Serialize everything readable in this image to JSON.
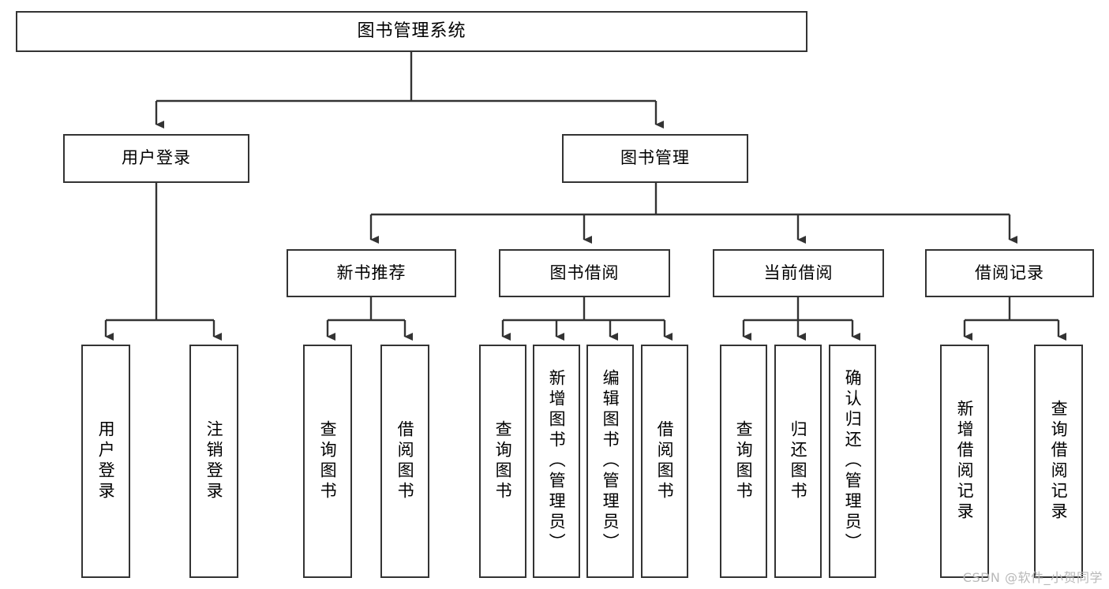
{
  "diagram": {
    "title": "图书管理系统",
    "type": "tree",
    "watermark": "CSDN @软件_小贺同学",
    "colors": {
      "box_border": "#333333",
      "box_fill": "#ffffff",
      "connector": "#333333",
      "text": "#000000",
      "watermark": "#b9b9b9"
    },
    "levels": {
      "root": {
        "label": "图书管理系统"
      },
      "level2": [
        {
          "label": "用户登录"
        },
        {
          "label": "图书管理"
        }
      ],
      "level3": [
        {
          "label": "新书推荐"
        },
        {
          "label": "图书借阅"
        },
        {
          "label": "当前借阅"
        },
        {
          "label": "借阅记录"
        }
      ],
      "leaves": {
        "user_login": [
          {
            "label": "用户登录"
          },
          {
            "label": "注销登录"
          }
        ],
        "new_book_recommend": [
          {
            "label": "查询图书"
          },
          {
            "label": "借阅图书"
          }
        ],
        "book_borrow": [
          {
            "label": "查询图书"
          },
          {
            "label": "新增图书（管理员）"
          },
          {
            "label": "编辑图书（管理员）"
          },
          {
            "label": "借阅图书"
          }
        ],
        "current_borrow": [
          {
            "label": "查询图书"
          },
          {
            "label": "归还图书"
          },
          {
            "label": "确认归还（管理员）"
          }
        ],
        "borrow_record": [
          {
            "label": "新增借阅记录"
          },
          {
            "label": "查询借阅记录"
          }
        ]
      }
    }
  }
}
